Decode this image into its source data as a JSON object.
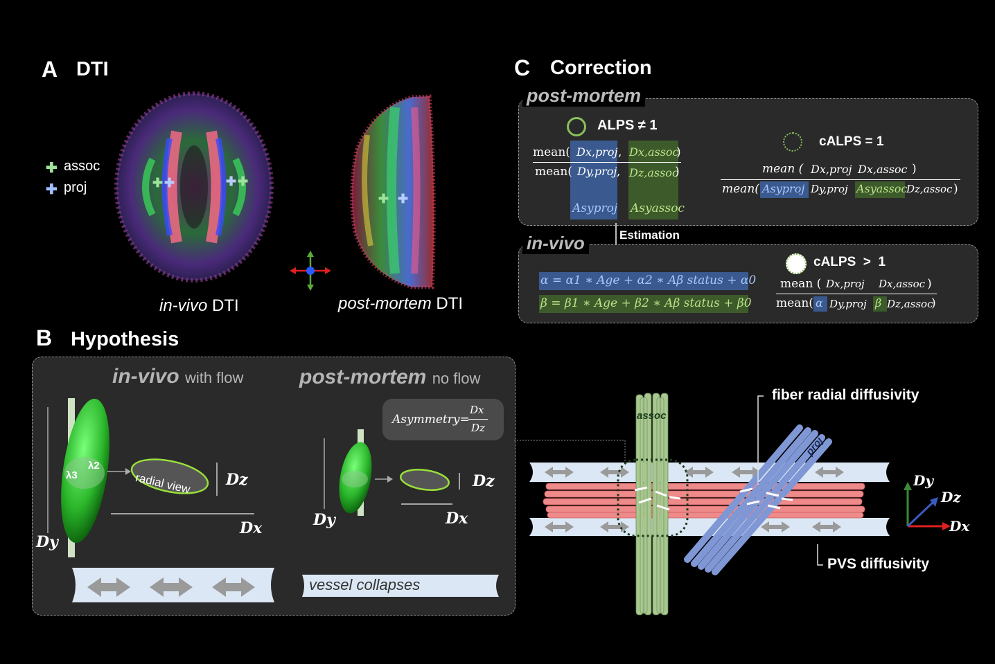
{
  "panelA": {
    "letter": "A",
    "title": "DTI",
    "legend_assoc": "assoc",
    "legend_proj": "proj",
    "invivo_label": "in-vivo",
    "postmortem_label": "post-mortem",
    "dti": "DTI"
  },
  "panelB": {
    "letter": "B",
    "title": "Hypothesis",
    "invivo": "in-vivo",
    "with_flow": "with flow",
    "postmortem": "post-mortem",
    "no_flow": "no flow",
    "asymmetry": "Asymmetry=",
    "dx": "Dx",
    "dz": "Dz",
    "dy": "Dy",
    "lambda2": "λ2",
    "lambda3": "λ3",
    "radial_view": "radial view",
    "vessel_collapses": "vessel collapses"
  },
  "panelC": {
    "letter": "C",
    "title": "Correction",
    "postmortem": "post-mortem",
    "alps": "ALPS ≠ 1",
    "calps_eq": "cALPS = 1",
    "invivo": "in-vivo",
    "estimation": "Estimation",
    "calps_gt": "cALPS  >  1",
    "mean": "mean(",
    "mean_sp": "mean (",
    "close": ")",
    "comma": ",",
    "dx_proj": "Dx,proj",
    "dx_assoc": "Dx,assoc",
    "dy_proj": "Dy,proj",
    "dz_assoc": "Dz,assoc",
    "asy_proj": "Asyproj",
    "asy_assoc": "Asyassoc",
    "alpha": "α",
    "beta": "β",
    "alpha_eq": "α = α1 ∗ Age + α2 ∗ Aβ status  + α0",
    "beta_eq": "β = β1 ∗ Age + β2 ∗ Aβ status + β0"
  },
  "panelD": {
    "assoc": "assoc",
    "proj": "proj",
    "fiber_radial": "fiber radial diffusivity",
    "pvs": "PVS diffusivity",
    "dy": "Dy",
    "dz": "Dz",
    "dx": "Dx"
  },
  "colors": {
    "blue_hl": "#3a5a8f",
    "green_hl": "#3d5a2a",
    "fiber_green": "#a8c890",
    "fiber_blue": "#7f97d4",
    "vessel": "#dbe7f4",
    "red_fiber": "#ef8a8a"
  }
}
